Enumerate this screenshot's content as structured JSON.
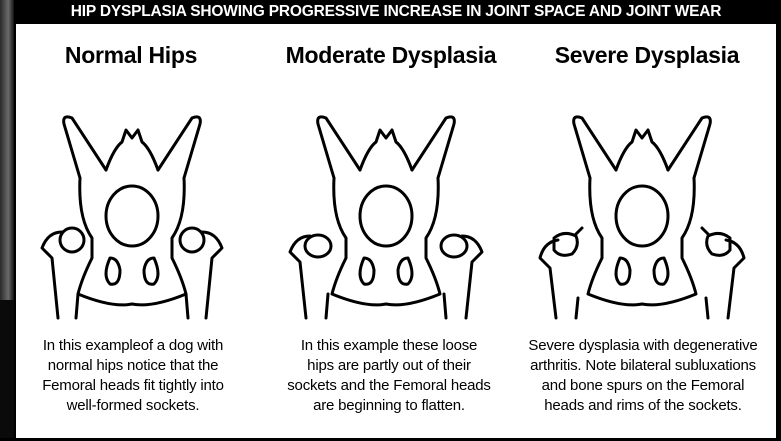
{
  "banner": "HIP DYSPLASIA SHOWING PROGRESSIVE INCREASE IN JOINT SPACE AND JOINT WEAR",
  "panels": [
    {
      "title": "Normal Hips",
      "desc": [
        "In this exampleof a dog with",
        "normal hips notice that the",
        "Femoral heads fit tightly into",
        "well-formed sockets."
      ]
    },
    {
      "title": "Moderate Dysplasia",
      "desc": [
        "In this example these loose",
        "hips are partly out of their",
        "sockets and the Femoral heads",
        "are beginning to flatten."
      ]
    },
    {
      "title": "Severe Dysplasia",
      "desc": [
        "Severe dysplasia with degenerative",
        "arthritis. Note bilateral subluxations",
        "and bone spurs on the Femoral",
        "heads and rims of the sockets."
      ]
    }
  ],
  "colors": {
    "ink": "#000000",
    "paper": "#ffffff"
  }
}
